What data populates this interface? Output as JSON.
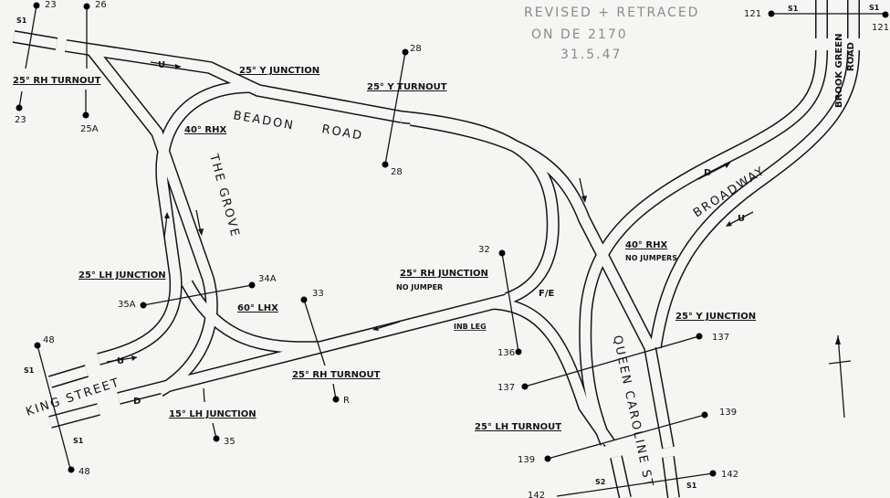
{
  "pencil_note": {
    "line1": "REVISED + RETRACED",
    "line2": "ON DE 2170",
    "line3": "31.5.47"
  },
  "roads": {
    "beadon1": "BEADON",
    "beadon2": "ROAD",
    "grove": "THE GROVE",
    "king": "KING STREET",
    "broadway": "BROADWAY",
    "brook1": "BROOK GREEN",
    "brook2": "ROAD",
    "queen": "QUEEN CAROLINE ST"
  },
  "junctions": {
    "rh_turnout_top": "25° RH TURNOUT",
    "y_junction_top": "25° Y JUNCTION",
    "y_turnout": "25° Y TURNOUT",
    "rhx_40": "40° RHX",
    "lh_junction_25": "25° LH JUNCTION",
    "lhx_60": "60° LHX",
    "rh_turnout_33": "25° RH TURNOUT",
    "lh_junction_15": "15° LH JUNCTION",
    "rh_junction": "25° RH JUNCTION",
    "no_jumper": "NO JUMPER",
    "fe": "F/E",
    "inb_leg": "INB LEG",
    "rhx_40_qc": "40° RHX",
    "no_jumpers": "NO JUMPERS",
    "y_junction_qc": "25° Y JUNCTION",
    "lh_turnout": "25° LH TURNOUT"
  },
  "direction_marks": {
    "up": "U",
    "down": "D"
  },
  "section_marks": {
    "s1": "S1",
    "s2": "S2"
  },
  "poles": {
    "p23a": "23",
    "p23b": "23",
    "p26": "26",
    "p25a": "25A",
    "p28a": "28",
    "p28b": "28",
    "p121a": "121",
    "p121b": "121",
    "p35a": "35A",
    "p34a": "34A",
    "p33": "33",
    "pR": "R",
    "p35": "35",
    "p48a": "48",
    "p48b": "48",
    "p32": "32",
    "p136": "136",
    "p137a": "137",
    "p137b": "137",
    "p139": "139",
    "p138": "139",
    "p142a": "142",
    "p142b": "142"
  }
}
